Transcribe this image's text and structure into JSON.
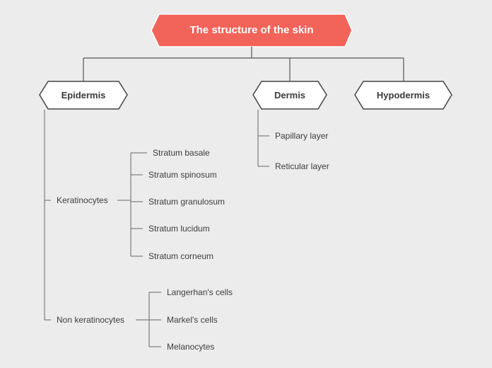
{
  "diagram": {
    "root": {
      "label": "The structure of the skin",
      "fill": "#f2635a",
      "text_color": "#ffffff"
    },
    "branches": [
      {
        "label": "Epidermis"
      },
      {
        "label": "Dermis"
      },
      {
        "label": "Hypodermis"
      }
    ],
    "epidermis_groups": [
      {
        "label": "Keratinocytes",
        "children": [
          "Stratum basale",
          "Stratum spinosum",
          "Stratum granulosum",
          "Stratum lucidum",
          "Stratum corneum"
        ]
      },
      {
        "label": "Non keratinocytes",
        "children": [
          "Langerhan's cells",
          "Markel's cells",
          "Melanocytes"
        ]
      }
    ],
    "dermis_children": [
      "Papillary layer",
      "Reticular layer"
    ],
    "colors": {
      "line": "#555555",
      "node_border": "#444444",
      "node_fill": "#ffffff",
      "background": "#ececec"
    }
  }
}
